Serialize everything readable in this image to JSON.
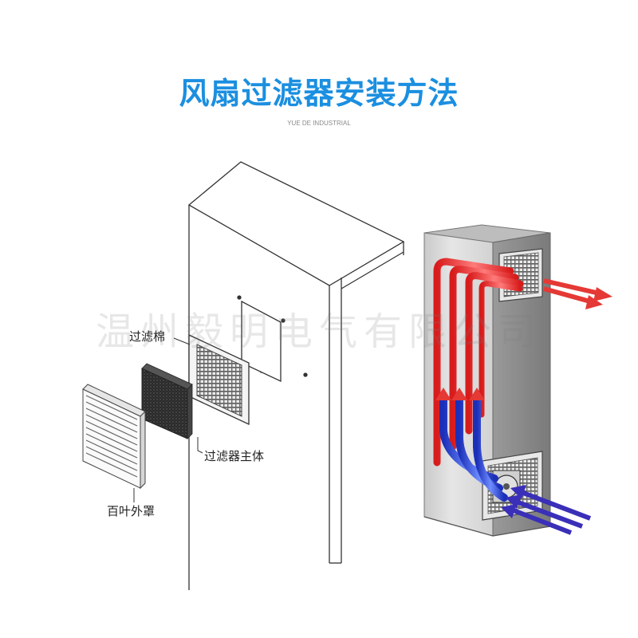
{
  "header": {
    "title": "风扇过滤器安装方法",
    "subtitle": "YUE DE INDUSTRIAL"
  },
  "labels": {
    "filter_cotton": "过滤棉",
    "filter_body": "过滤器主体",
    "louver_cover": "百叶外罩"
  },
  "watermark": "温州毅明电气有限公司",
  "colors": {
    "title": "#1b8fe0",
    "hot_air": "#e53935",
    "cool_air": "#1e3fcf",
    "exhaust_air": "#e53935",
    "intake_air": "#3a2fb8"
  }
}
